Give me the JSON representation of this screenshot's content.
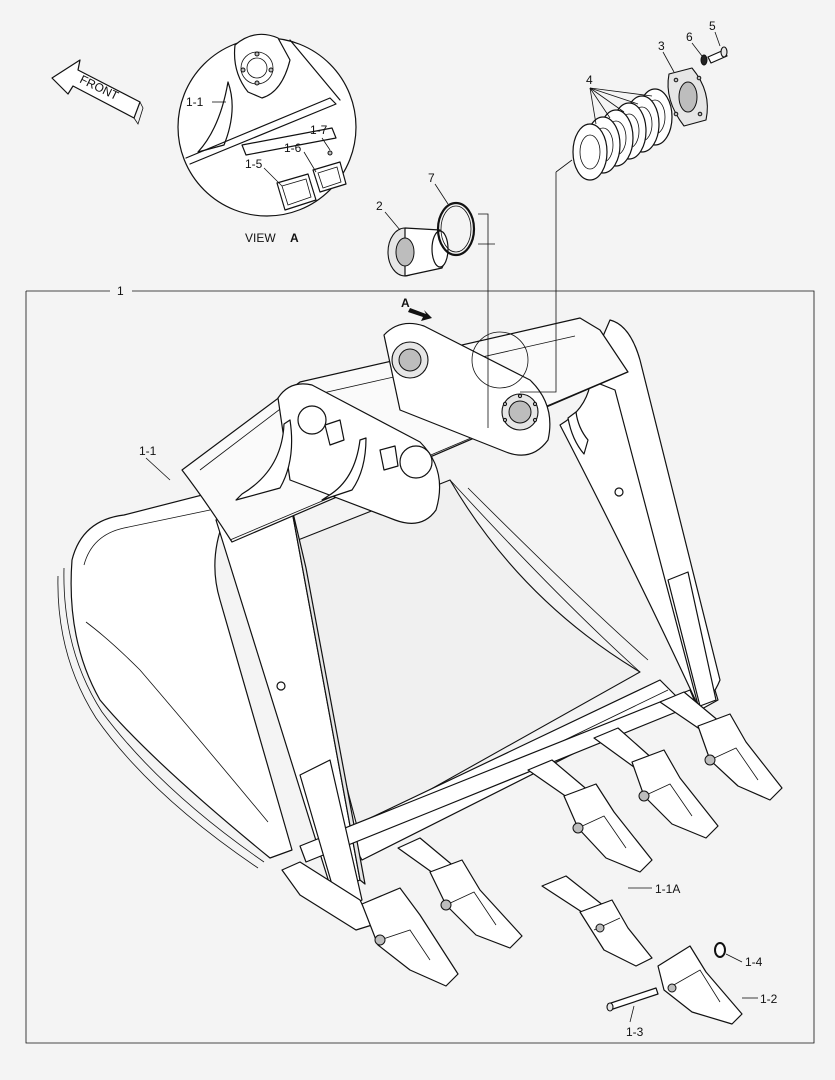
{
  "diagram": {
    "front_label": "FRONT",
    "view_title": "VIEW",
    "view_letter": "A",
    "arrow_letter": "A",
    "parts": {
      "p1": "1",
      "p1_1_main": "1-1",
      "p1_1_view": "1-1",
      "p1_1a": "1-1A",
      "p1_2": "1-2",
      "p1_3": "1-3",
      "p1_4": "1-4",
      "p1_5": "1-5",
      "p1_6": "1-6",
      "p1_7": "1-7",
      "p2": "2",
      "p3": "3",
      "p4": "4",
      "p5": "5",
      "p6": "6",
      "p7": "7"
    }
  }
}
